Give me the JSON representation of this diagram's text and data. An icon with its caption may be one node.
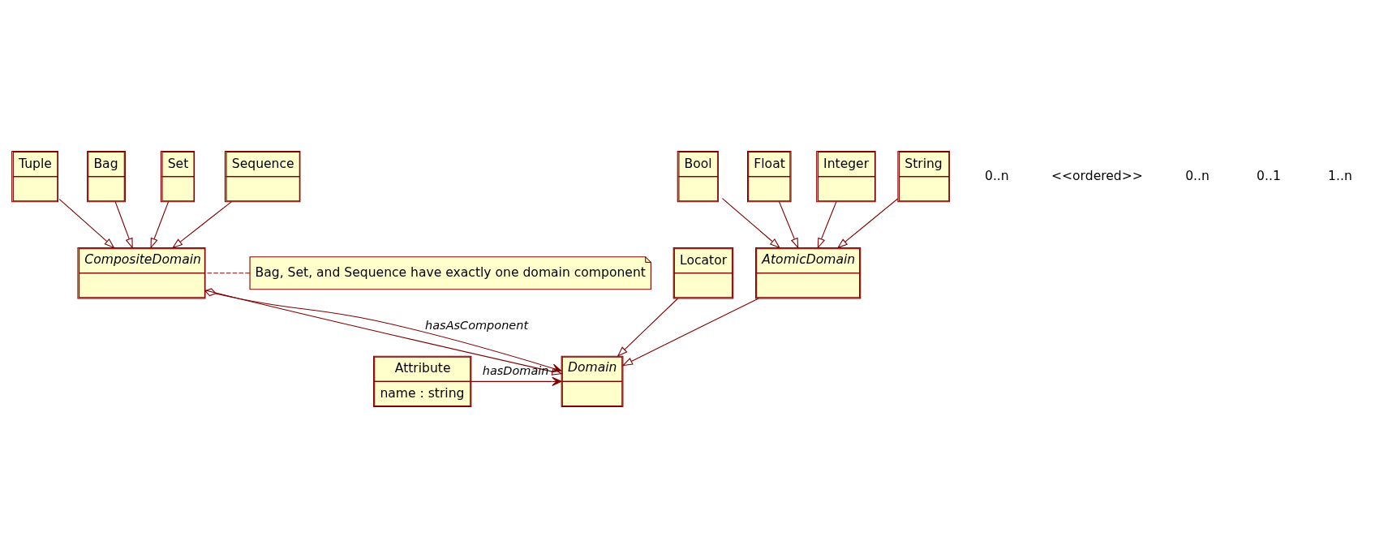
{
  "diagram": {
    "nodes": [
      {
        "text": [
          "Bool"
        ]
      },
      {
        "text": [
          "Float"
        ]
      },
      {
        "text": [
          "Integer"
        ]
      },
      {
        "text": [
          "String"
        ]
      },
      {
        "text": [
          "Bag"
        ]
      },
      {
        "text": [
          "Set"
        ]
      },
      {
        "text": [
          "Sequence"
        ]
      },
      {
        "text": [
          "Tuple"
        ]
      },
      {
        "text": [
          "AtomicDomain"
        ]
      },
      {
        "text": [
          "Locator"
        ]
      },
      {
        "text": [
          "CompositeDomain"
        ]
      },
      {
        "text": [
          "Bag, Set, and Sequence have exactly one domain component"
        ]
      },
      {
        "text": [
          "Attribute",
          "name : string"
        ]
      },
      {
        "text": [
          "Domain"
        ]
      }
    ],
    "edges": [
      {
        "from": 0,
        "to": 8,
        "arrow": "to"
      },
      {
        "from": 1,
        "to": 8,
        "arrow": "to"
      },
      {
        "from": 2,
        "to": 8,
        "arrow": "to"
      },
      {
        "from": 3,
        "to": 8,
        "arrow": "to"
      },
      {
        "from": 4,
        "to": 10,
        "arrow": "to"
      },
      {
        "from": 5,
        "to": 10,
        "arrow": "to"
      },
      {
        "from": 6,
        "to": 10,
        "arrow": "to"
      },
      {
        "from": 7,
        "to": 10,
        "arrow": "to"
      },
      {
        "from": 8,
        "to": 13,
        "arrow": "to"
      },
      {
        "from": 9,
        "to": 13,
        "arrow": "to"
      },
      {
        "from": 10,
        "to": 13,
        "arrow": "to"
      },
      {
        "from": 11,
        "to": 10,
        "arrow": "none",
        "style": "dashed"
      },
      {
        "from": 12,
        "to": 13,
        "arrow": "to",
        "label": "hasDomain"
      },
      {
        "from": 10,
        "to": 13,
        "arrow": "to",
        "label": "hasAsComponent"
      }
    ],
    "labels": [
      "0..n",
      "<<ordered>>",
      "0..n",
      "0..1",
      "1..n"
    ]
  }
}
